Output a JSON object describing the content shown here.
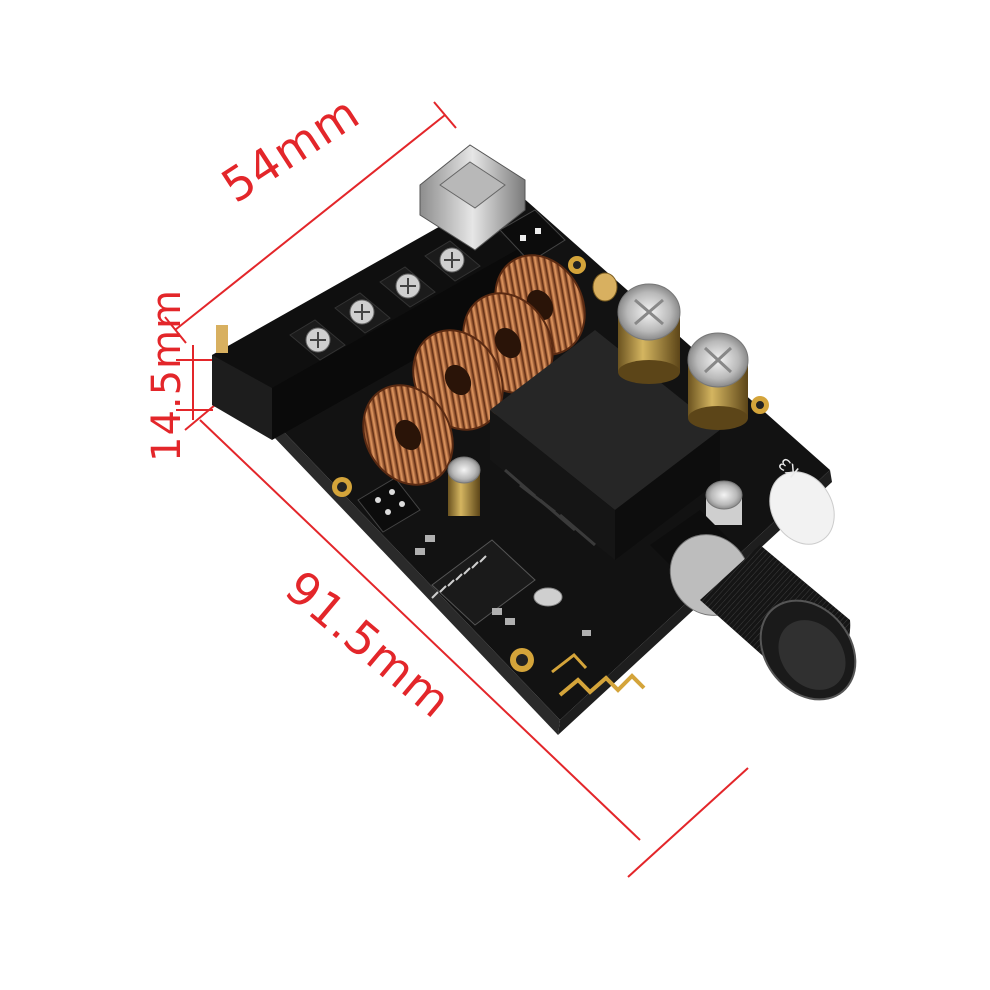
{
  "dimensions": {
    "width_label": "54mm",
    "height_label": "14.5mm",
    "length_label": "91.5mm"
  },
  "silkscreen": {
    "k3": "K3"
  },
  "colors": {
    "dimension_lines": "#e3262a",
    "pcb": "#141414",
    "copper_coil": "#b86a3a",
    "heatsink": "#1c1c1c"
  }
}
